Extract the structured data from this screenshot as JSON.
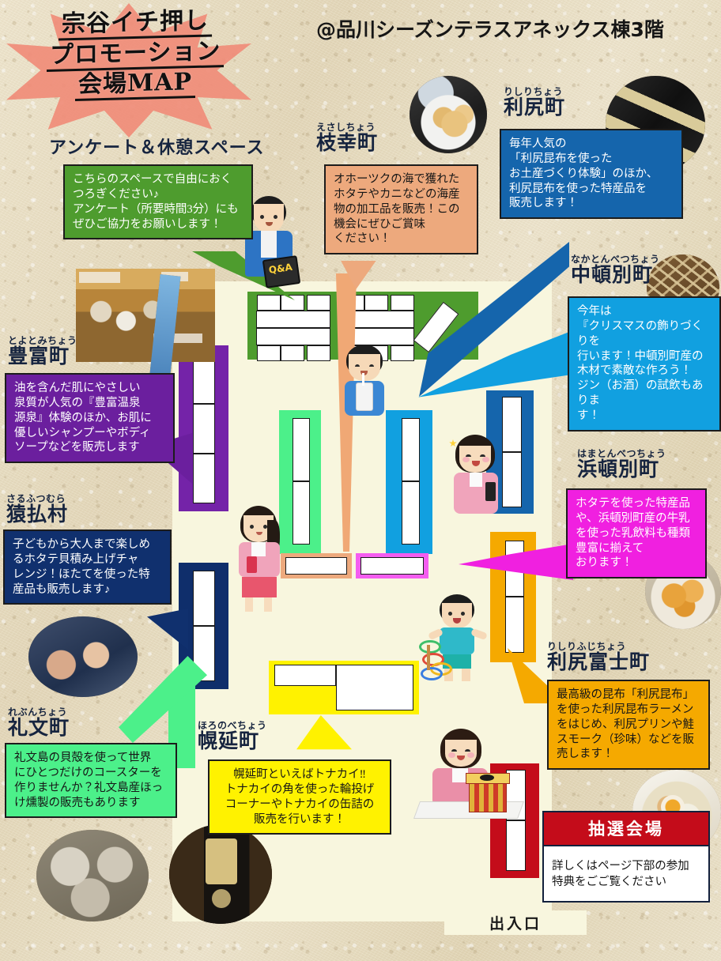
{
  "header": {
    "title_lines": [
      "宗谷イチ押し",
      "プロモーション",
      "会場MAP"
    ],
    "venue": "@品川シーズンテラスアネックス棟3階"
  },
  "map": {
    "exit_label": "出入口",
    "floor_color": "#f8f6de"
  },
  "survey_area": {
    "heading": "アンケート＆休憩スペース",
    "text": "こちらのスペースで自由におく\nつろぎください♪\nアンケート（所要時間3分）にも\nぜひご協力をお願いします！",
    "color": "#4e9c2e",
    "text_color": "#ffffff",
    "qa_badge": "Q&A"
  },
  "lottery": {
    "heading": "抽選会場",
    "text": "詳しくはページ下部の参加\n特典をごご覧ください",
    "header_color": "#c40c1a",
    "body_color": "#ffffff"
  },
  "towns": [
    {
      "id": "esashi",
      "ruby": "えさしちょう",
      "name": "枝幸町",
      "text": "オホーツクの海で獲れた\nホタテやカニなどの海産\n物の加工品を販売！この\n機会にぜひご賞味\nください！",
      "color": "#eda97d",
      "text_color": "#161616",
      "booth_color": "#f0a875"
    },
    {
      "id": "rishiri",
      "ruby": "りしりちょう",
      "name": "利尻町",
      "text": "毎年人気の\n「利尻昆布を使った\nお土産づくり体験」のほか、\n利尻昆布を使った特産品を\n販売します！",
      "color": "#1565ac",
      "text_color": "#ffffff",
      "booth_color": "#1565ac"
    },
    {
      "id": "nakatonbetsu",
      "ruby": "なかとんべつちょう",
      "name": "中頓別町",
      "text": "今年は\n『クリスマスの飾りづくりを\n行います！中頓別町産の\n木材で素敵な作ろう！\nジン（お酒）の試飲もありま\nす！",
      "color": "#11a0e0",
      "text_color": "#ffffff",
      "booth_color": "#11a0e0"
    },
    {
      "id": "hamatonbetsu",
      "ruby": "はまとんべつちょう",
      "name": "浜頓別町",
      "text": "ホタテを使った特産品\nや、浜頓別町産の牛乳\nを使った乳飲料も種類\n豊富に揃えて\nおります！",
      "color": "#f020e0",
      "text_color": "#ffffff",
      "booth_color": "#f45df0"
    },
    {
      "id": "toyotomi",
      "ruby": "とよとみちょう",
      "name": "豊富町",
      "text": "油を含んだ肌にやさしい\n泉質が人気の『豊富温泉\n源泉』体験のほか、お肌に\n優しいシャンプーやボディ\nソープなどを販売します",
      "color": "#6b1f9e",
      "text_color": "#ffffff",
      "booth_color": "#7423a8"
    },
    {
      "id": "sarufutsu",
      "ruby": "さるふつむら",
      "name": "猿払村",
      "text": "子どもから大人まで楽しめ\nるホタテ貝積み上げチャ\nレンジ！ほたてを使った特\n産品も販売します♪",
      "color": "#10306e",
      "text_color": "#ffffff",
      "booth_color": "#0f2e6b"
    },
    {
      "id": "rebun",
      "ruby": "れぶんちょう",
      "name": "礼文町",
      "text": "礼文島の貝殻を使って世界\nにひとつだけのコースターを\n作りませんか？礼文島産ほっ\nけ燻製の販売もあります",
      "color": "#4cf08a",
      "text_color": "#161616",
      "booth_color": "#4cf08a"
    },
    {
      "id": "horonobe",
      "ruby": "ほろのべちょう",
      "name": "幌延町",
      "text": "幌延町といえばトナカイ‼\nトナカイの角を使った輪投げ\nコーナーやトナカイの缶詰の\n販売を行います！",
      "color": "#fff200",
      "text_color": "#161616",
      "booth_color": "#fff200"
    },
    {
      "id": "rishirifuji",
      "ruby": "りしりふじちょう",
      "name": "利尻富士町",
      "text": "最高級の昆布「利尻昆布」\nを使った利尻昆布ラーメン\nをはじめ、利尻プリンや鮭\nスモーク（珍味）などを販\n売します！",
      "color": "#f5a900",
      "text_color": "#161616",
      "booth_color": "#f5a900"
    }
  ],
  "booths": [
    {
      "id": "rest-area-green",
      "color": "#4e9c2e"
    },
    {
      "id": "toyotomi-booth",
      "color": "#7423a8"
    },
    {
      "id": "rebun-booth",
      "color": "#4cf08a"
    },
    {
      "id": "esashi-aisle",
      "color": "#f0a875"
    },
    {
      "id": "nakatonbetsu-booth",
      "color": "#11a0e0"
    },
    {
      "id": "rishiri-booth",
      "color": "#1565ac"
    },
    {
      "id": "sarufutsu-booth",
      "color": "#0f2e6b"
    },
    {
      "id": "hamatonbetsu-booth",
      "color": "#f45df0"
    },
    {
      "id": "rishirifuji-booth",
      "color": "#f5a900"
    },
    {
      "id": "horonobe-booth",
      "color": "#fff200"
    },
    {
      "id": "lottery-booth",
      "color": "#c40c1a"
    }
  ]
}
